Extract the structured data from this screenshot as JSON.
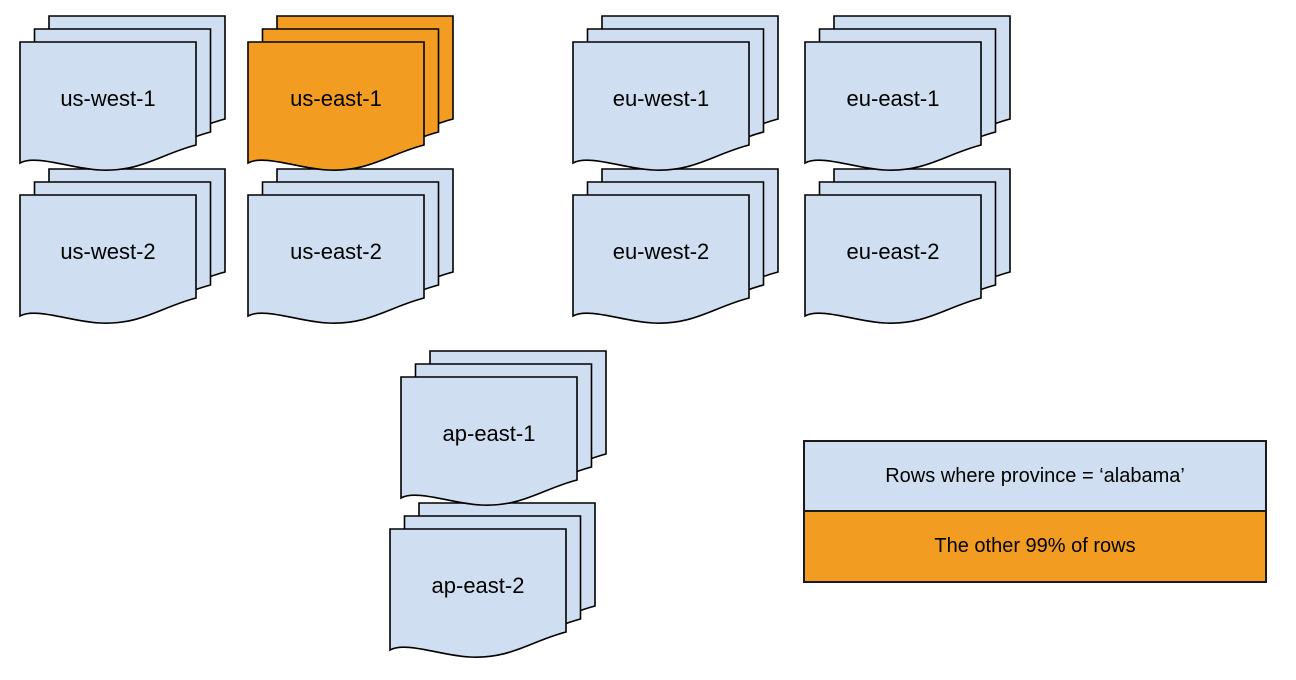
{
  "diagram": {
    "title": "",
    "stacks": [
      {
        "id": "us-west-1",
        "label": "us-west-1",
        "variant": "blue"
      },
      {
        "id": "us-east-1",
        "label": "us-east-1",
        "variant": "orange"
      },
      {
        "id": "eu-west-1",
        "label": "eu-west-1",
        "variant": "blue"
      },
      {
        "id": "eu-east-1",
        "label": "eu-east-1",
        "variant": "blue"
      },
      {
        "id": "us-west-2",
        "label": "us-west-2",
        "variant": "blue"
      },
      {
        "id": "us-east-2",
        "label": "us-east-2",
        "variant": "blue"
      },
      {
        "id": "eu-west-2",
        "label": "eu-west-2",
        "variant": "blue"
      },
      {
        "id": "eu-east-2",
        "label": "eu-east-2",
        "variant": "blue"
      },
      {
        "id": "ap-east-1",
        "label": "ap-east-1",
        "variant": "blue"
      },
      {
        "id": "ap-east-2",
        "label": "ap-east-2",
        "variant": "blue"
      }
    ],
    "legend": {
      "items": [
        {
          "label": "Rows where province = ‘alabama’",
          "variant": "blue"
        },
        {
          "label": "The other 99% of rows",
          "variant": "orange"
        }
      ]
    },
    "colors": {
      "blue": "#cfdff1",
      "orange": "#f29d22",
      "background": "#ffffff"
    }
  }
}
